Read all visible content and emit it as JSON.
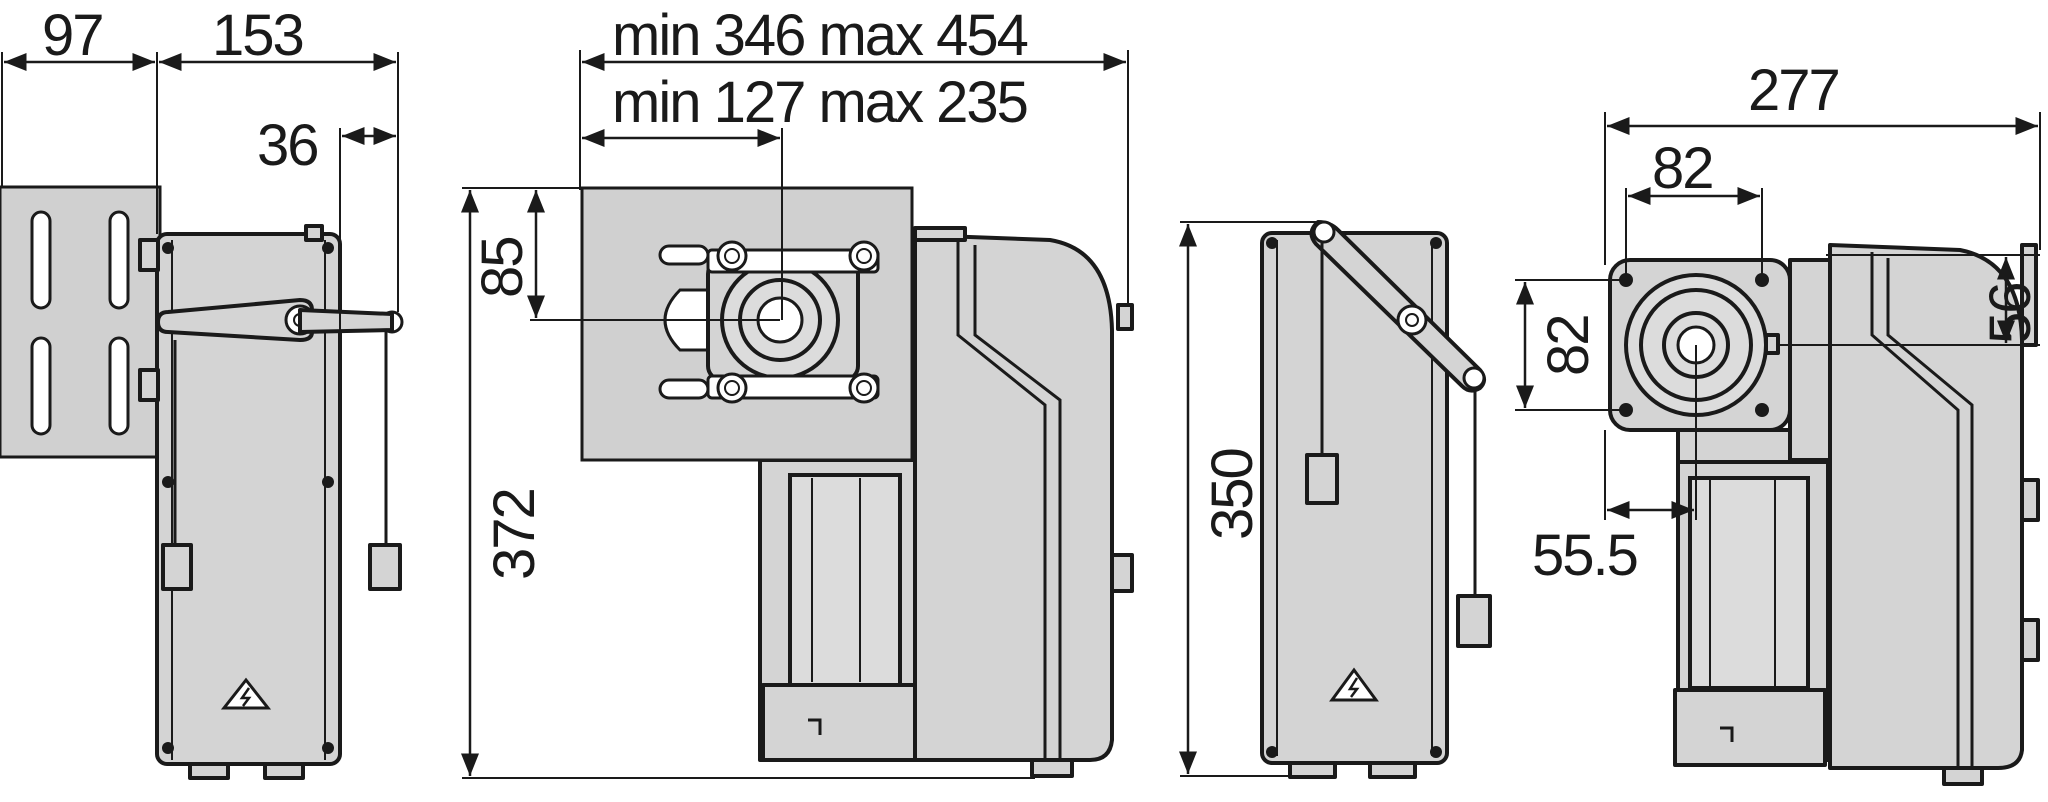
{
  "dimensions": {
    "w97": "97",
    "w153": "153",
    "w36": "36",
    "range_overall": "min 346 max 454",
    "range_arm": "min 127 max 235",
    "h85": "85",
    "h372": "372",
    "h350": "350",
    "w277": "277",
    "w82_top": "82",
    "h82_side": "82",
    "h56": "56",
    "w55_5": "55.5"
  },
  "colors": {
    "housing": "#d4d4d4",
    "outline": "#1a1a1a",
    "background": "#ffffff"
  },
  "icons": [
    "warning-electric-icon",
    "warning-electric-icon"
  ]
}
